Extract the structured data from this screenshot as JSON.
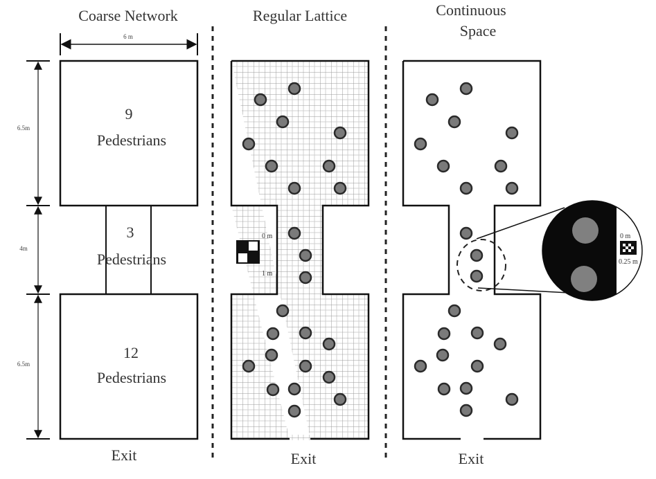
{
  "panels": {
    "coarse": {
      "title": "Coarse Network",
      "width_dim": "6 m",
      "heights": [
        "6.5m",
        "4m",
        "6.5m"
      ],
      "top_room": {
        "count": "9",
        "label": "Pedestrians"
      },
      "corridor": {
        "count": "3",
        "label": "Pedestrians"
      },
      "bottom_room": {
        "count": "12",
        "label": "Pedestrians"
      },
      "exit": "Exit"
    },
    "lattice": {
      "title": "Regular Lattice",
      "cell_label_top": "0 m",
      "cell_label_bottom": "1 m",
      "exit": "Exit"
    },
    "continuous": {
      "title_line1": "Continuous",
      "title_line2": "Space",
      "zoom_label_top": "0 m",
      "zoom_label_bottom": "0.25 m",
      "exit": "Exit"
    }
  },
  "colors": {
    "pedestrian_fill": "#7a7a7a",
    "pedestrian_stroke": "#2a2a2a",
    "wall": "#111111",
    "grid": "#b5b5b5"
  }
}
